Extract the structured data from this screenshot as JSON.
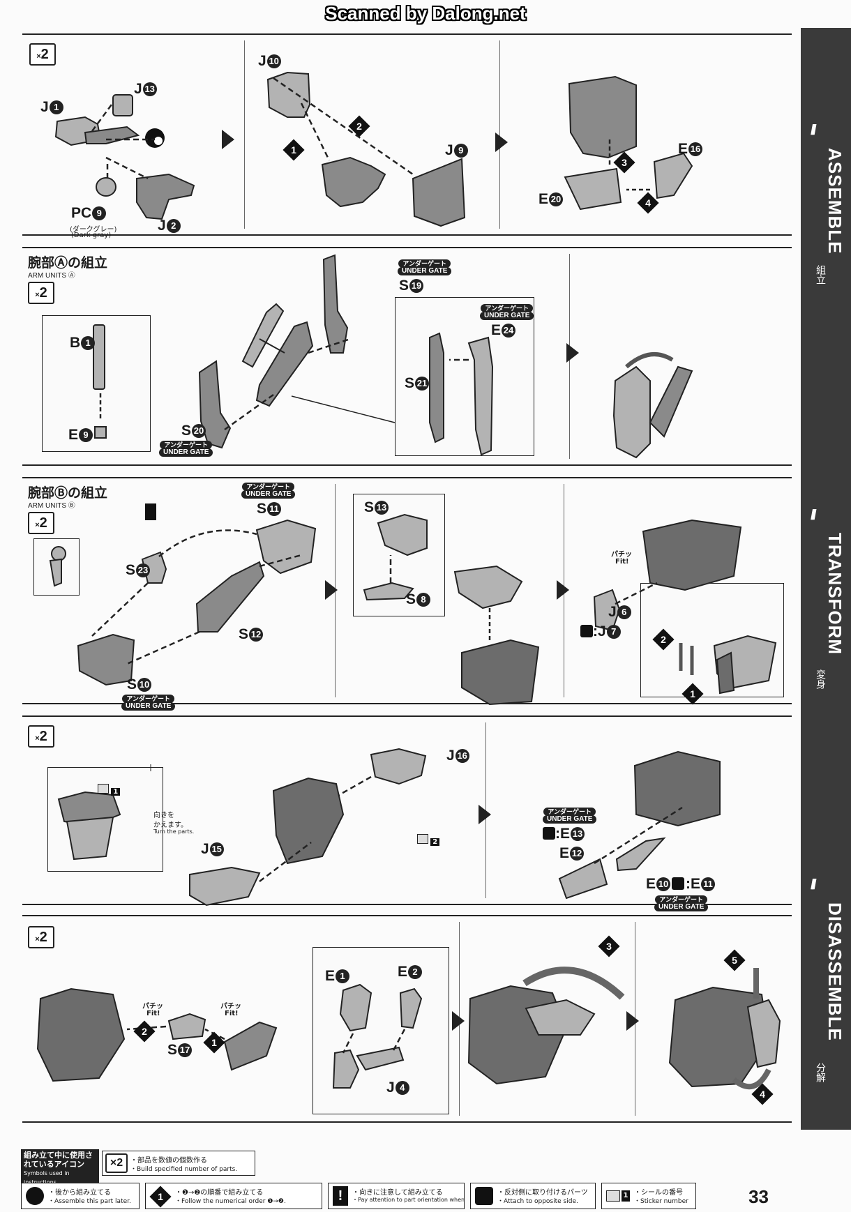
{
  "header": {
    "scan_credit": "Scanned by Dalong.net"
  },
  "page_number": "33",
  "sidebar": {
    "assemble": {
      "title": "ASSEMBLE",
      "jp": "組立"
    },
    "transform": {
      "title": "TRANSFORM",
      "jp": "変身"
    },
    "disassemble": {
      "title": "DISASSEMBLE",
      "jp": "分解"
    }
  },
  "panel1": {
    "multiplier": "2",
    "parts": [
      "J",
      "J",
      "PC",
      "J",
      "J",
      "J",
      "E",
      "E"
    ],
    "part_nums": [
      "1",
      "13",
      "9",
      "2",
      "10",
      "9",
      "16",
      "20"
    ],
    "pc9_note_jp": "(ダークグレー)",
    "pc9_note_en": "(Dark gray)",
    "steps": [
      "1",
      "2",
      "3",
      "4"
    ]
  },
  "panel2": {
    "title_jp": "腕部Ⓐの組立",
    "title_en": "ARM UNITS Ⓐ",
    "multiplier": "2",
    "parts": [
      "B",
      "E",
      "S",
      "S",
      "S",
      "E"
    ],
    "part_nums": [
      "1",
      "9",
      "20",
      "19",
      "21",
      "24"
    ],
    "under_gate_jp": "アンダーゲート",
    "under_gate_en": "UNDER GATE"
  },
  "panel3": {
    "title_jp": "腕部Ⓑの組立",
    "title_en": "ARM UNITS Ⓑ",
    "multiplier": "2",
    "parts": [
      "S",
      "S",
      "S",
      "S",
      "S",
      "S",
      "J",
      "J"
    ],
    "part_nums": [
      "11",
      "23",
      "12",
      "10",
      "13",
      "8",
      "6",
      "7"
    ],
    "fit_text_jp": "パチッ",
    "fit_text_en": "Fit!",
    "steps": [
      "2",
      "1"
    ]
  },
  "panel4": {
    "multiplier": "2",
    "parts": [
      "J",
      "J",
      "E",
      "E",
      "E",
      "E"
    ],
    "part_nums": [
      "16",
      "15",
      "13",
      "12",
      "10",
      "11"
    ],
    "stickers": [
      "1",
      "2"
    ],
    "turn_jp_1": "向きを",
    "turn_jp_2": "かえます。",
    "turn_en": "Turn the parts."
  },
  "panel5": {
    "multiplier": "2",
    "parts": [
      "S",
      "E",
      "E",
      "J"
    ],
    "part_nums": [
      "17",
      "1",
      "2",
      "4"
    ],
    "fit_text_jp": "パチッ",
    "fit_text_en": "Fit!",
    "steps": [
      "2",
      "1",
      "3",
      "5",
      "4"
    ]
  },
  "legend": {
    "head_jp": "組み立て中に使用されているアイコン",
    "head_en": "Symbols used in instructions",
    "items": [
      {
        "jp": "・部品を数値の個数作る",
        "en": "・Build specified number of parts."
      },
      {
        "jp": "・後から組み立てる",
        "en": "・Assemble this part later."
      },
      {
        "jp": "・❶→❷の順番で組み立てる",
        "en": "・Follow the numerical order ❶→❷."
      },
      {
        "jp": "・向きに注意して組み立てる",
        "en": "・Pay attention to part orientation when assembling."
      },
      {
        "jp": "・反対側に取り付けるパーツ",
        "en": "・Attach to opposite side."
      },
      {
        "jp": "・シールの番号",
        "en": "・Sticker number"
      }
    ]
  }
}
